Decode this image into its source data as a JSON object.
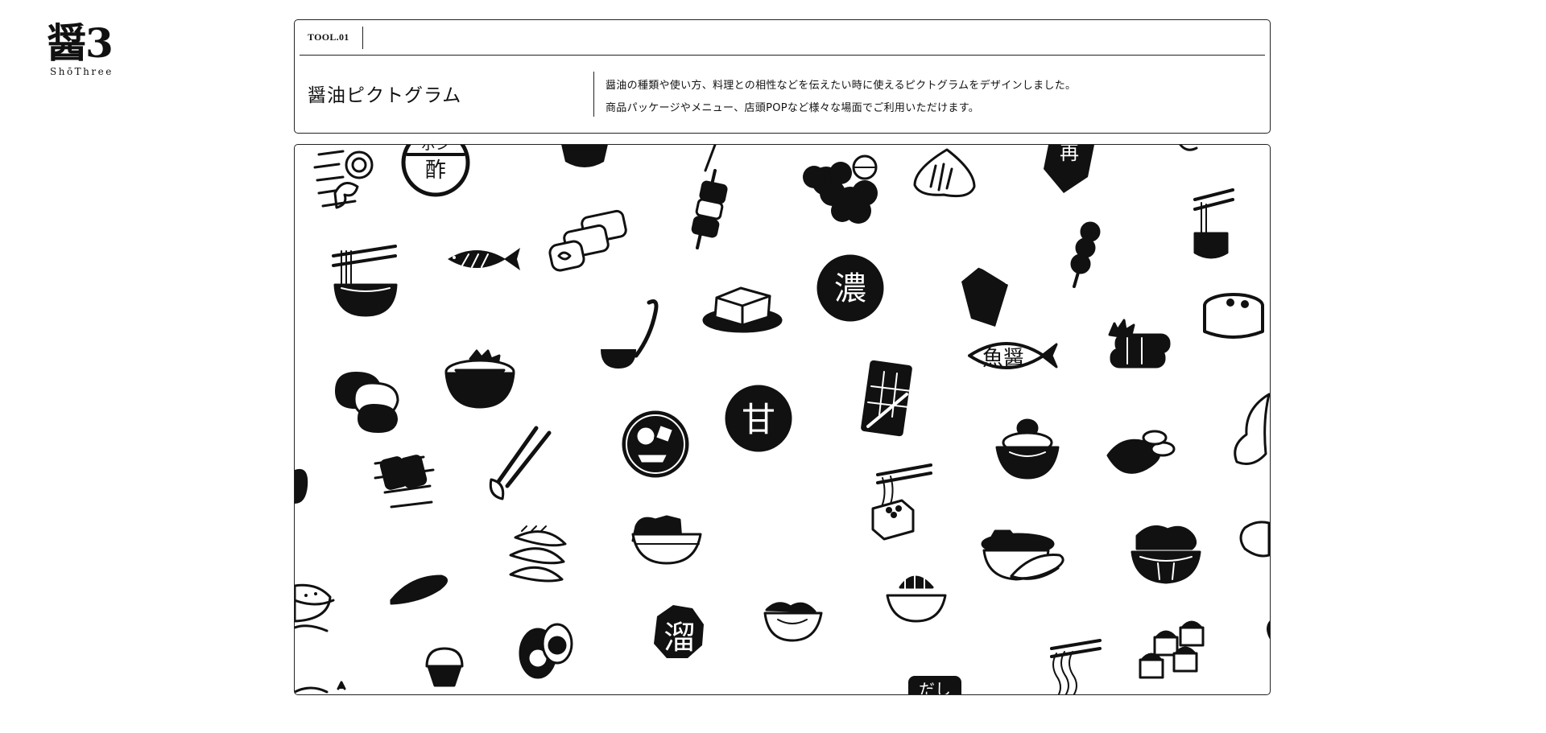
{
  "logo": {
    "mark": "醤3",
    "subtitle": "ShōThree"
  },
  "tool": {
    "tag": "TOOL.01",
    "title": "醤油ピクトグラム",
    "description": [
      "醤油の種類や使い方、料理との相性などを伝えたい時に使えるピクトグラムをデザインしました。",
      "商品パッケージやメニュー、店頭POPなど様々な場面でご利用いただけます。"
    ]
  },
  "pictograms": {
    "labels": {
      "ponzu": "酢",
      "ponzu_top": "ポン",
      "koikuchi": "濃",
      "amakuchi": "甘",
      "gyoshoyu": "魚醤",
      "tamari": "溜",
      "dashi": "だし",
      "saishikomi": "再"
    },
    "icons": [
      "tempura-icon",
      "ponzu-icon",
      "bowl-icon",
      "dango-skewer-icon",
      "karaage-icon",
      "onigiri-icon",
      "saishikomi-icon",
      "ramen-icon",
      "grilled-fish-icon",
      "tamagoyaki-icon",
      "yakitori-icon",
      "koikuchi-icon",
      "soy-bottle-icon",
      "mitarashi-dango-icon",
      "soba-icon",
      "korokke-icon",
      "kaisendon-icon",
      "ladle-icon",
      "tofu-icon",
      "amakuchi-icon",
      "gyoshoyu-icon",
      "sashimi-icon",
      "chawanmushi-icon",
      "chopsticks-icon",
      "oden-icon",
      "chocolate-icon",
      "tendon-icon",
      "steak-icon",
      "shrimp-tempura-icon",
      "yakimochi-icon",
      "hiyayakko-icon",
      "stamp-icon",
      "natto-icon",
      "gyudon-icon",
      "gyoza-icon",
      "nigiri-icon",
      "katsudon-icon",
      "sushi-icon",
      "oyakodon-icon",
      "curry-icon",
      "ajitama-icon",
      "tamari-icon",
      "tsukemen-icon",
      "shumai-icon",
      "onigiri-small-icon",
      "dashi-icon",
      "udon-icon"
    ]
  }
}
